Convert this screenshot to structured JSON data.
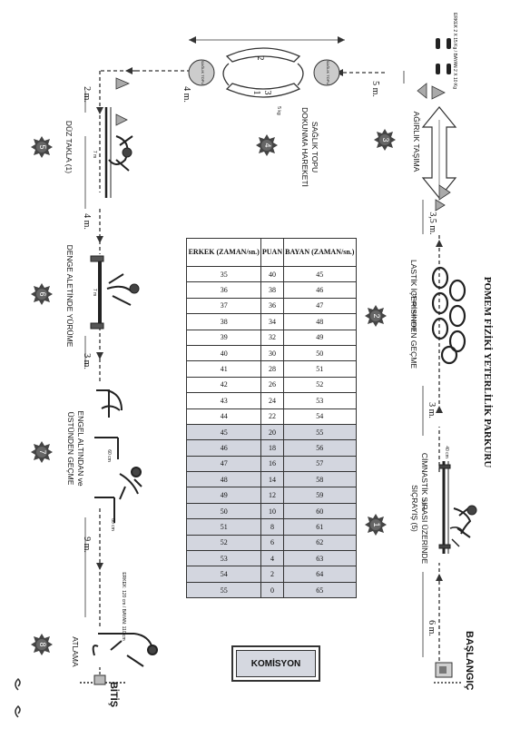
{
  "title": "POMEM FİZİKİ YETERLİLİK PARKURU",
  "start_label": "BAŞLANGIÇ",
  "finish_label": "BİTİŞ",
  "commission_label": "KOMİSYON",
  "stations": [
    {
      "number": "1",
      "name": "CİMNASTİK SIRASI ÜZERİNDE SIÇRAYIŞ (5)"
    },
    {
      "number": "2",
      "name": "LASTİK İÇERİSİNDEN GEÇME"
    },
    {
      "number": "3",
      "name": "AĞIRLIK TAŞIMA"
    },
    {
      "number": "4",
      "name": "SAĞLIK TOPU DOKUNMA HAREKETİ"
    },
    {
      "number": "5",
      "name": "DÜZ TAKLA (1)"
    },
    {
      "number": "6",
      "name": "DENGE ALETİNDE YÜRÜME"
    },
    {
      "number": "7",
      "name": "ENGEL ALTINDAN ve ÜSTÜNDEN GEÇME"
    },
    {
      "number": "8",
      "name": "ATLAMA"
    }
  ],
  "distances": {
    "d_6m": "6 m.",
    "d_3m_right": "3 m.",
    "d_3_5m": "3,5 m.",
    "d_5m": "5 m.",
    "d_4m_top": "4 m.",
    "d_2m": "2 m.",
    "d_4m_left": "4 m.",
    "d_3m_left": "3 m.",
    "d_9m": "9 m."
  },
  "small_notes": {
    "weights": "ERKEK 2 X 15 Kg / BAYAN 2 X 10 Kg",
    "tires": "15 adet araç lastiği",
    "bench_length": "2,7 m",
    "bench_height": "40 cm",
    "medicine_ball": "5 kg",
    "ball_left": "SAĞLIK TOPU",
    "ball_right": "SAĞLIK TOPU",
    "jump_heights": "ERKEK: 120 cm / BAYAN: 110 cm",
    "beam_length": "7 m",
    "roll_length": "7 m",
    "hurdle_height": "60 cm",
    "hurdle_low": "80 cm",
    "circle_numbers": [
      "1",
      "2",
      "3"
    ]
  },
  "table": {
    "headers": [
      "ERKEK (ZAMAN/sn.)",
      "PUAN",
      "BAYAN (ZAMAN/sn.)"
    ],
    "rows": [
      [
        "35",
        "40",
        "45"
      ],
      [
        "36",
        "38",
        "46"
      ],
      [
        "37",
        "36",
        "47"
      ],
      [
        "38",
        "34",
        "48"
      ],
      [
        "39",
        "32",
        "49"
      ],
      [
        "40",
        "30",
        "50"
      ],
      [
        "41",
        "28",
        "51"
      ],
      [
        "42",
        "26",
        "52"
      ],
      [
        "43",
        "24",
        "53"
      ],
      [
        "44",
        "22",
        "54"
      ],
      [
        "45",
        "20",
        "55"
      ],
      [
        "46",
        "18",
        "56"
      ],
      [
        "47",
        "16",
        "57"
      ],
      [
        "48",
        "14",
        "58"
      ],
      [
        "49",
        "12",
        "59"
      ],
      [
        "50",
        "10",
        "60"
      ],
      [
        "51",
        "8",
        "61"
      ],
      [
        "52",
        "6",
        "62"
      ],
      [
        "53",
        "4",
        "63"
      ],
      [
        "54",
        "2",
        "64"
      ],
      [
        "55",
        "0",
        "65"
      ]
    ]
  },
  "colors": {
    "shade": "#d3d6df",
    "ink": "#111111",
    "grey": "#888888"
  }
}
